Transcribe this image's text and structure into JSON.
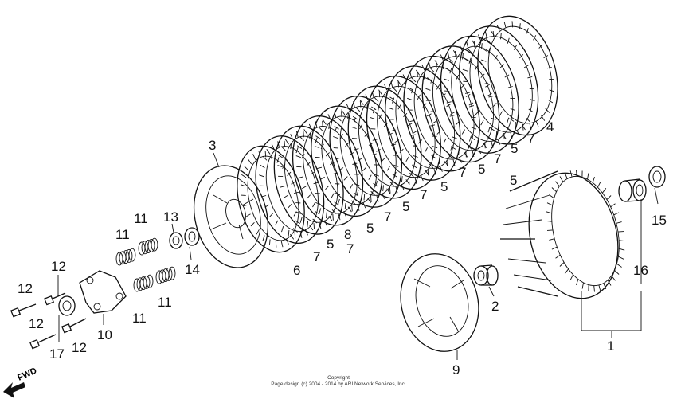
{
  "callouts": [
    "1",
    "2",
    "3",
    "4",
    "5",
    "5",
    "5",
    "5",
    "5",
    "5",
    "5",
    "6",
    "7",
    "7",
    "7",
    "7",
    "7",
    "7",
    "7",
    "8",
    "9",
    "10",
    "11",
    "11",
    "11",
    "11",
    "12",
    "12",
    "12",
    "12",
    "13",
    "14",
    "15",
    "16",
    "17"
  ],
  "fwd_label": "FWD",
  "copyright": {
    "line1": "Copyright",
    "line2": "Page design (c) 2004 - 2014 by ARI Network Services, Inc."
  }
}
